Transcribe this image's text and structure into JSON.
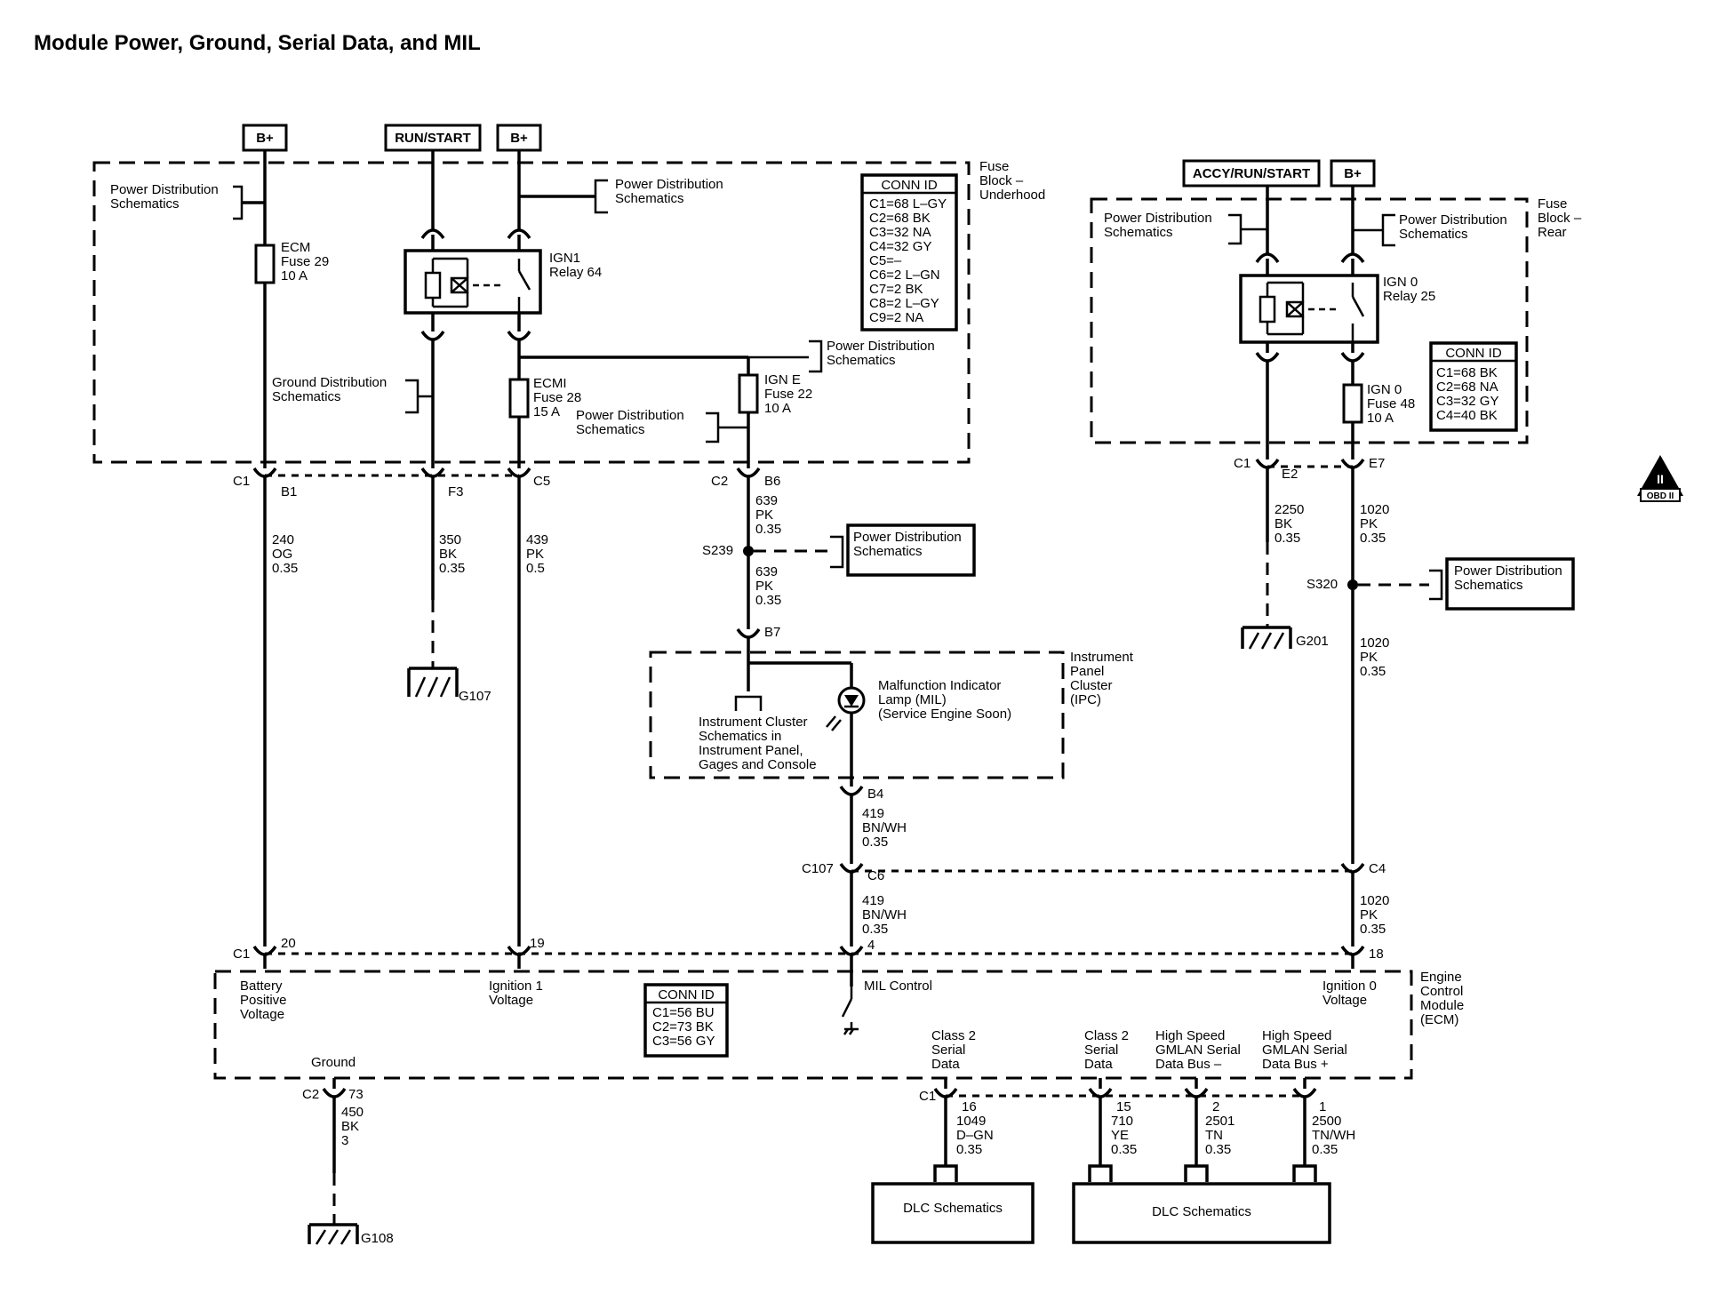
{
  "title": "Module Power, Ground, Serial Data, and MIL",
  "supplies": {
    "bplus_a": "B+",
    "run_start": "RUN/START",
    "bplus_b": "B+",
    "accy_run_start": "ACCY/RUN/START",
    "bplus_c": "B+"
  },
  "refs": {
    "pds": "Power Distribution Schematics",
    "gds": "Ground Distribution Schematics",
    "ics": "Instrument Cluster Schematics in Instrument Panel, Gages and Console",
    "dlc_a": "DLC Schematics",
    "dlc_b": "DLC Schematics"
  },
  "modules": {
    "fuse_underhood": "Fuse Block – Underhood",
    "fuse_rear": "Fuse Block – Rear",
    "ipc": "Instrument Panel Cluster (IPC)",
    "ecm": "Engine Control Module (ECM)"
  },
  "fuses": {
    "ecm": "ECM Fuse 29 10 A",
    "ecmi": "ECMI Fuse 28 15 A",
    "igne": "IGN E Fuse 22 10 A",
    "ign0": "IGN 0 Fuse 48 10 A"
  },
  "relays": {
    "ign1": "IGN1 Relay 64",
    "ign0": "IGN 0 Relay 25"
  },
  "conn_id_underhood": {
    "header": "CONN ID",
    "lines": [
      "C1=68 L–GY",
      "C2=68 BK",
      "C3=32 NA",
      "C4=32 GY",
      "C5=–",
      "C6=2 L–GN",
      "C7=2 BK",
      "C8=2 L–GY",
      "C9=2 NA"
    ]
  },
  "conn_id_rear": {
    "header": "CONN ID",
    "lines": [
      "C1=68 BK",
      "C2=68 NA",
      "C3=32 GY",
      "C4=40 BK"
    ]
  },
  "conn_id_ecm": {
    "header": "CONN ID",
    "lines": [
      "C1=56 BU",
      "C2=73 BK",
      "C3=56 GY"
    ]
  },
  "connectors": {
    "c1": "C1",
    "b1": "B1",
    "f3": "F3",
    "c5": "C5",
    "c2": "C2",
    "b6": "B6",
    "b7": "B7",
    "b4": "B4",
    "c107": "C107",
    "c6": "C6",
    "rc1": "C1",
    "e2": "E2",
    "e7": "E7",
    "c4": "C4",
    "ecm_c1": "C1",
    "p20": "20",
    "p19": "19",
    "p4": "4",
    "p18": "18",
    "ecm_c2": "C2",
    "p73": "73",
    "dl_c1": "C1",
    "p16": "16",
    "p15": "15",
    "p2": "2",
    "p1": "1"
  },
  "splices": {
    "s239": "S239",
    "s320": "S320"
  },
  "grounds": {
    "g107": "G107",
    "g201": "G201",
    "g108": "G108"
  },
  "wires": {
    "w240": [
      "240",
      "OG",
      "0.35"
    ],
    "w350": [
      "350",
      "BK",
      "0.35"
    ],
    "w439": [
      "439",
      "PK",
      "0.5"
    ],
    "w639a": [
      "639",
      "PK",
      "0.35"
    ],
    "w639b": [
      "639",
      "PK",
      "0.35"
    ],
    "w419a": [
      "419",
      "BN/WH",
      "0.35"
    ],
    "w419b": [
      "419",
      "BN/WH",
      "0.35"
    ],
    "w2250": [
      "2250",
      "BK",
      "0.35"
    ],
    "w1020a": [
      "1020",
      "PK",
      "0.35"
    ],
    "w1020b": [
      "1020",
      "PK",
      "0.35"
    ],
    "w1020c": [
      "1020",
      "PK",
      "0.35"
    ],
    "w450": [
      "450",
      "BK",
      "3"
    ],
    "w1049": [
      "1049",
      "D–GN",
      "0.35"
    ],
    "w710": [
      "710",
      "YE",
      "0.35"
    ],
    "w2501": [
      "2501",
      "TN",
      "0.35"
    ],
    "w2500": [
      "2500",
      "TN/WH",
      "0.35"
    ]
  },
  "ecm_pins": {
    "bpv": "Battery Positive Voltage",
    "ign1v": "Ignition 1 Voltage",
    "mil": "MIL Control",
    "ign0v": "Ignition 0 Voltage",
    "ground": "Ground",
    "class2a": "Class 2 Serial Data",
    "class2b": "Class 2 Serial Data",
    "gmlan_m": "High Speed GMLAN Serial Data Bus –",
    "gmlan_p": "High Speed GMLAN Serial Data Bus +"
  },
  "lamp": "Malfunction Indicator Lamp (MIL) (Service Engine Soon)",
  "obd": {
    "top": "II",
    "bottom": "OBD II"
  }
}
